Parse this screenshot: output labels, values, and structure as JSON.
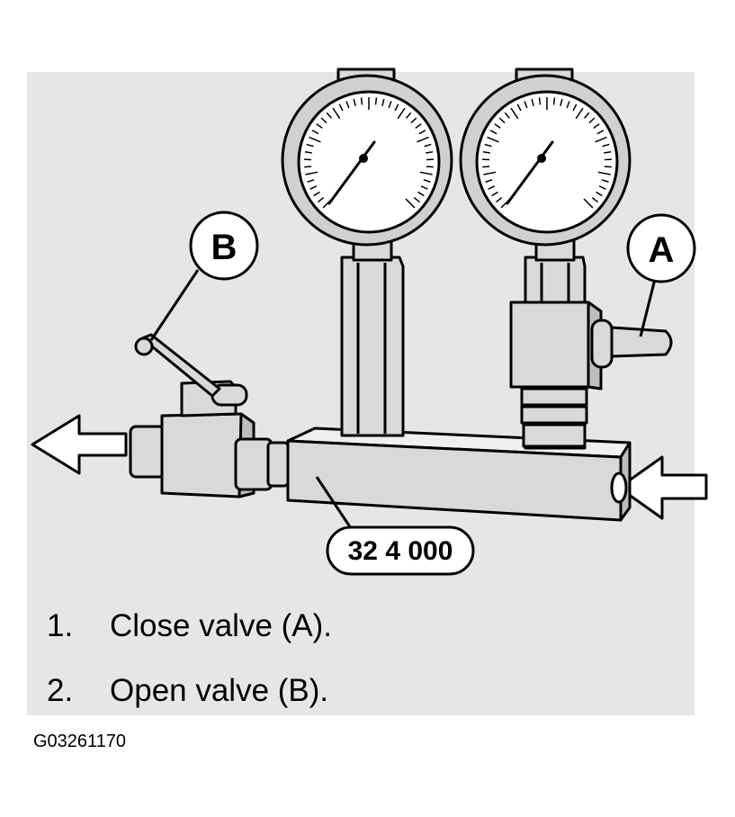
{
  "callouts": {
    "valve_b": "B",
    "valve_a": "A",
    "tool_number": "32 4 000"
  },
  "steps": [
    {
      "number": "1.",
      "text": "Close valve (A)."
    },
    {
      "number": "2.",
      "text": "Open valve (B)."
    }
  ],
  "figure_code": "G03261170",
  "colors": {
    "panel": "#e6e6e6",
    "metal": "#d9d9d9",
    "outline": "#000000"
  }
}
